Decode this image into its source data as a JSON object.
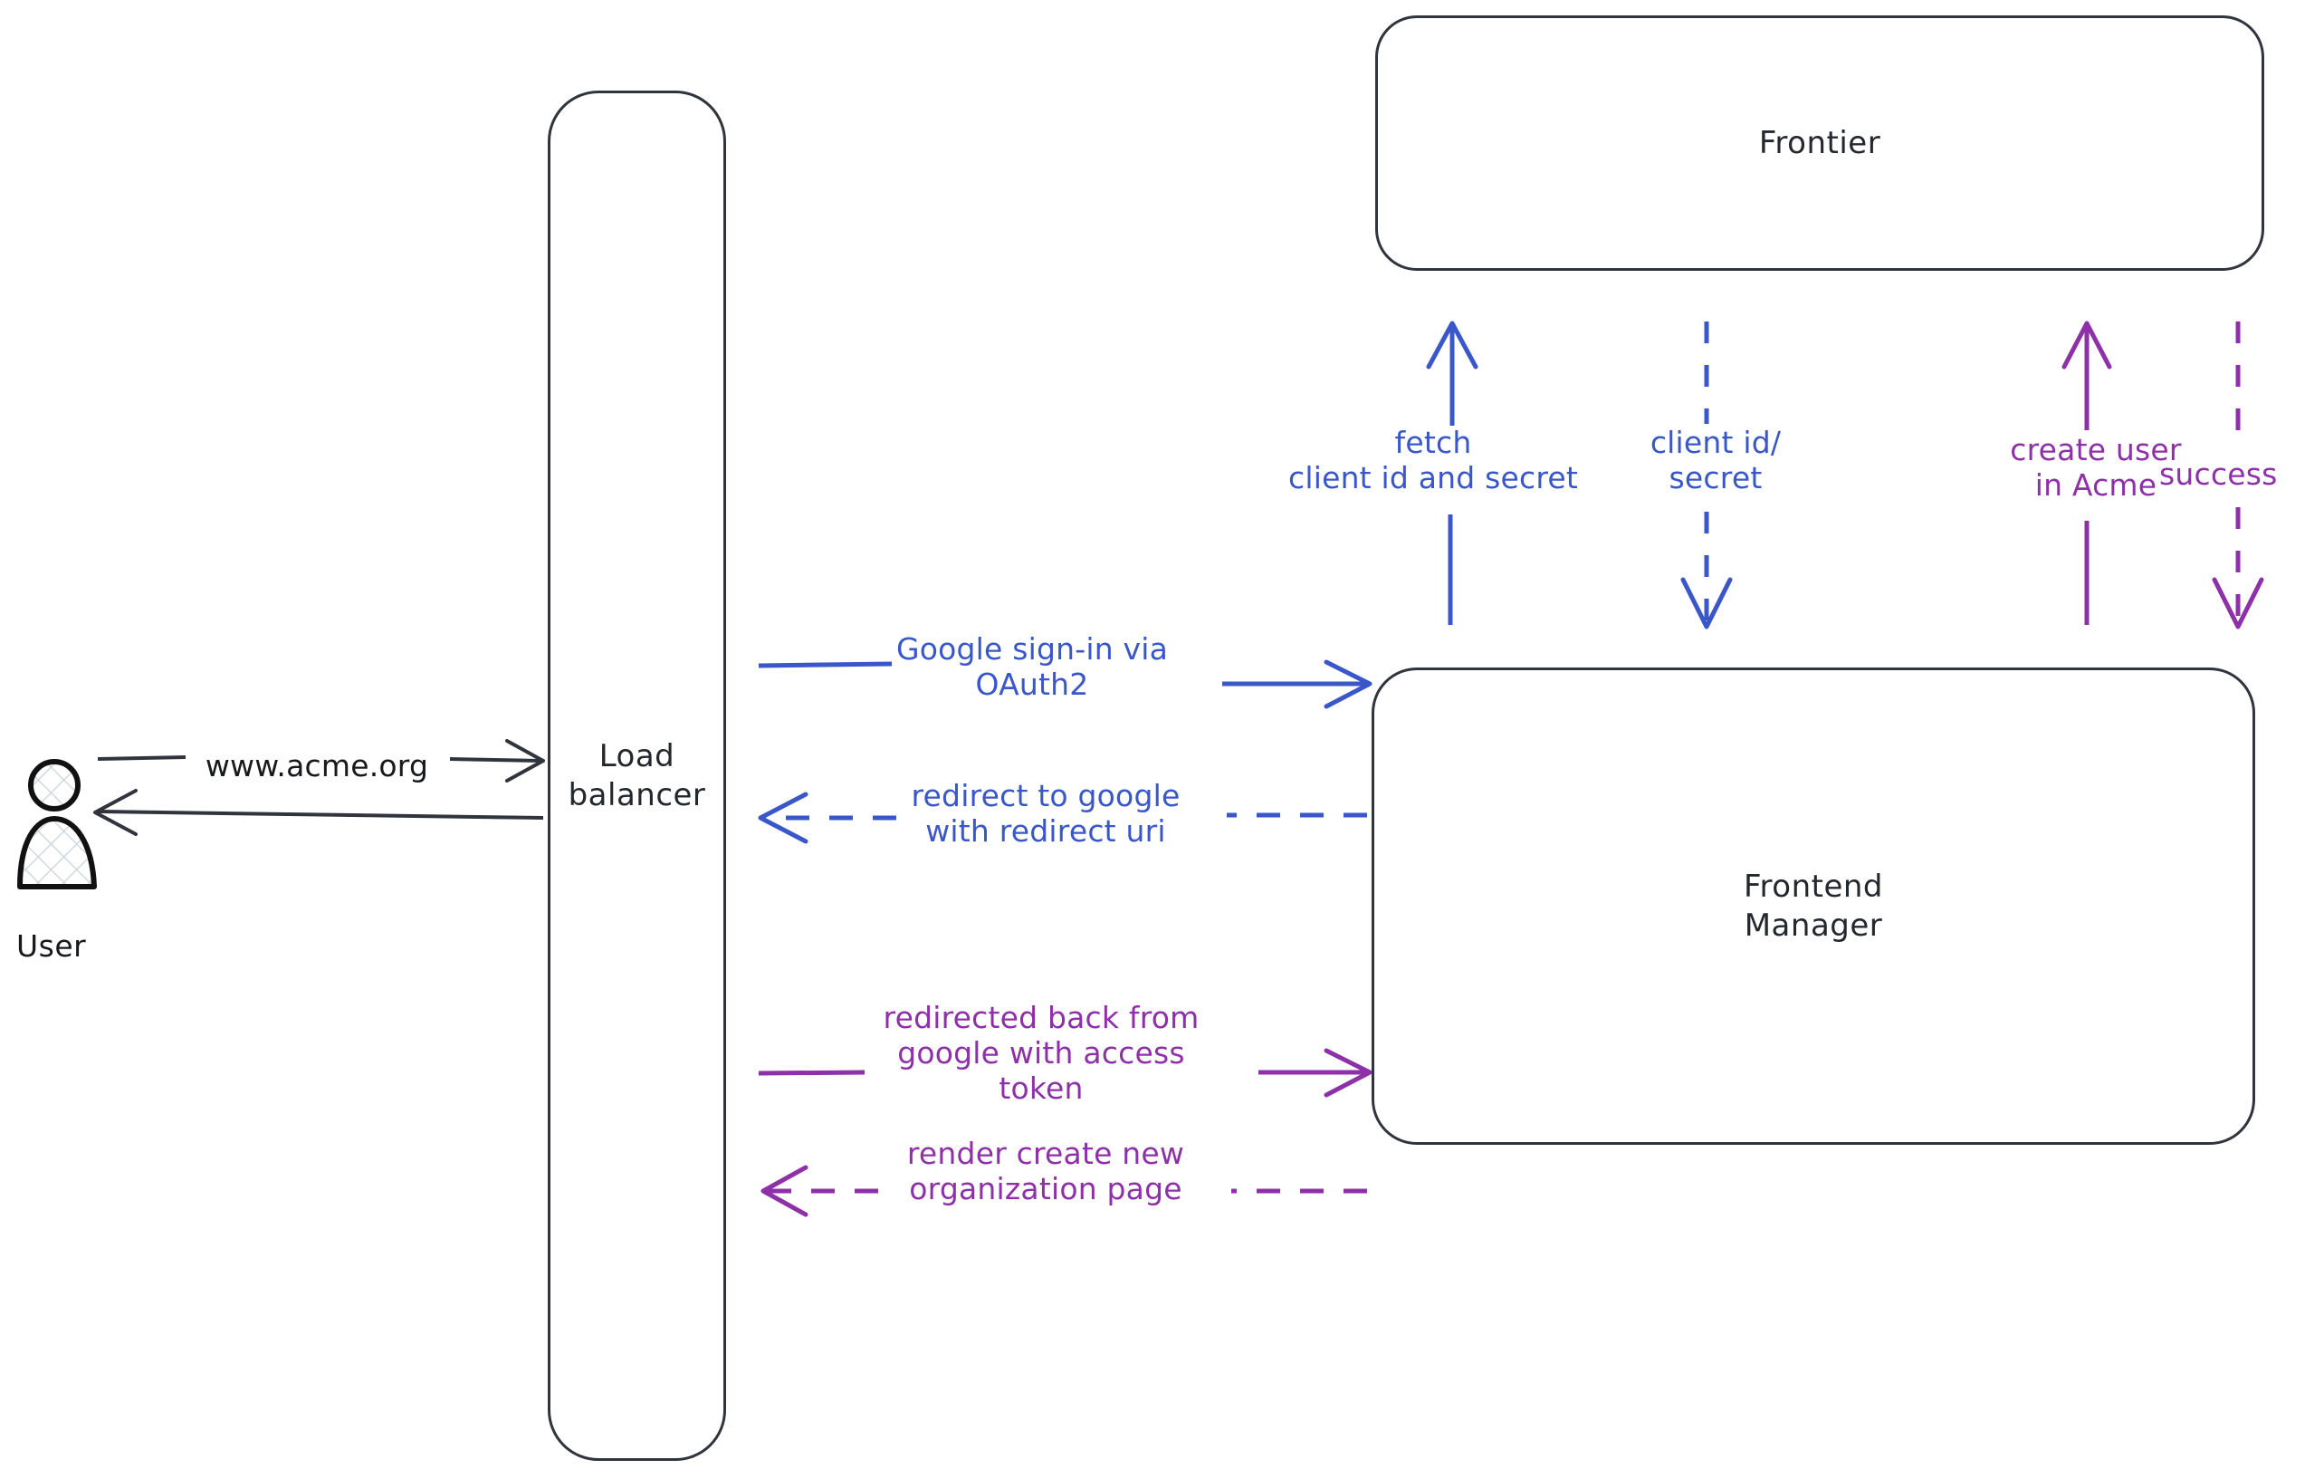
{
  "diagram": {
    "title": "Google OAuth2 sign-in sequence",
    "colors": {
      "node_stroke": "#2f343d",
      "actor_stroke": "#111111",
      "dark_edge": "#2f343d",
      "blue_edge": "#3a57c9",
      "purple_edge": "#8e31a8",
      "background": "#ffffff"
    },
    "actors": [
      {
        "id": "user",
        "name": "user-actor",
        "label": "User",
        "icon": "person-icon"
      }
    ],
    "nodes": [
      {
        "id": "load-balancer",
        "label": "Load\nbalancer"
      },
      {
        "id": "frontier",
        "label": "Frontier"
      },
      {
        "id": "frontend-manager",
        "label": "Frontend\nManager"
      }
    ],
    "edges": [
      {
        "id": "user-to-lb",
        "label": "www.acme.org",
        "color": "#2f343d",
        "style": "solid",
        "direction": "right",
        "from": "user",
        "to": "load-balancer"
      },
      {
        "id": "lb-to-user",
        "label": "",
        "color": "#2f343d",
        "style": "solid",
        "direction": "left",
        "from": "load-balancer",
        "to": "user"
      },
      {
        "id": "lb-to-fm-signin",
        "label": "Google sign-in via\nOAuth2",
        "color": "#3a57c9",
        "style": "solid",
        "direction": "right",
        "from": "load-balancer",
        "to": "frontend-manager"
      },
      {
        "id": "fm-to-lb-redirect",
        "label": "redirect to google\nwith redirect uri",
        "color": "#3a57c9",
        "style": "dashed",
        "direction": "left",
        "from": "frontend-manager",
        "to": "load-balancer"
      },
      {
        "id": "lb-to-fm-token",
        "label": "redirected back from\ngoogle with access\ntoken",
        "color": "#8e31a8",
        "style": "solid",
        "direction": "right",
        "from": "load-balancer",
        "to": "frontend-manager"
      },
      {
        "id": "fm-to-lb-render",
        "label": "render create new\norganization page",
        "color": "#8e31a8",
        "style": "dashed",
        "direction": "left",
        "from": "frontend-manager",
        "to": "load-balancer"
      },
      {
        "id": "fm-to-frontier-fetch",
        "label": "fetch\nclient id and secret",
        "color": "#3a57c9",
        "style": "solid",
        "direction": "up",
        "from": "frontend-manager",
        "to": "frontier"
      },
      {
        "id": "frontier-to-fm-creds",
        "label": "client id/\nsecret",
        "color": "#3a57c9",
        "style": "dashed",
        "direction": "down",
        "from": "frontier",
        "to": "frontend-manager"
      },
      {
        "id": "fm-to-frontier-create",
        "label": "create user\nin Acme",
        "color": "#8e31a8",
        "style": "solid",
        "direction": "up",
        "from": "frontend-manager",
        "to": "frontier"
      },
      {
        "id": "frontier-to-fm-success",
        "label": "success",
        "color": "#8e31a8",
        "style": "dashed",
        "direction": "down",
        "from": "frontier",
        "to": "frontend-manager"
      }
    ]
  }
}
